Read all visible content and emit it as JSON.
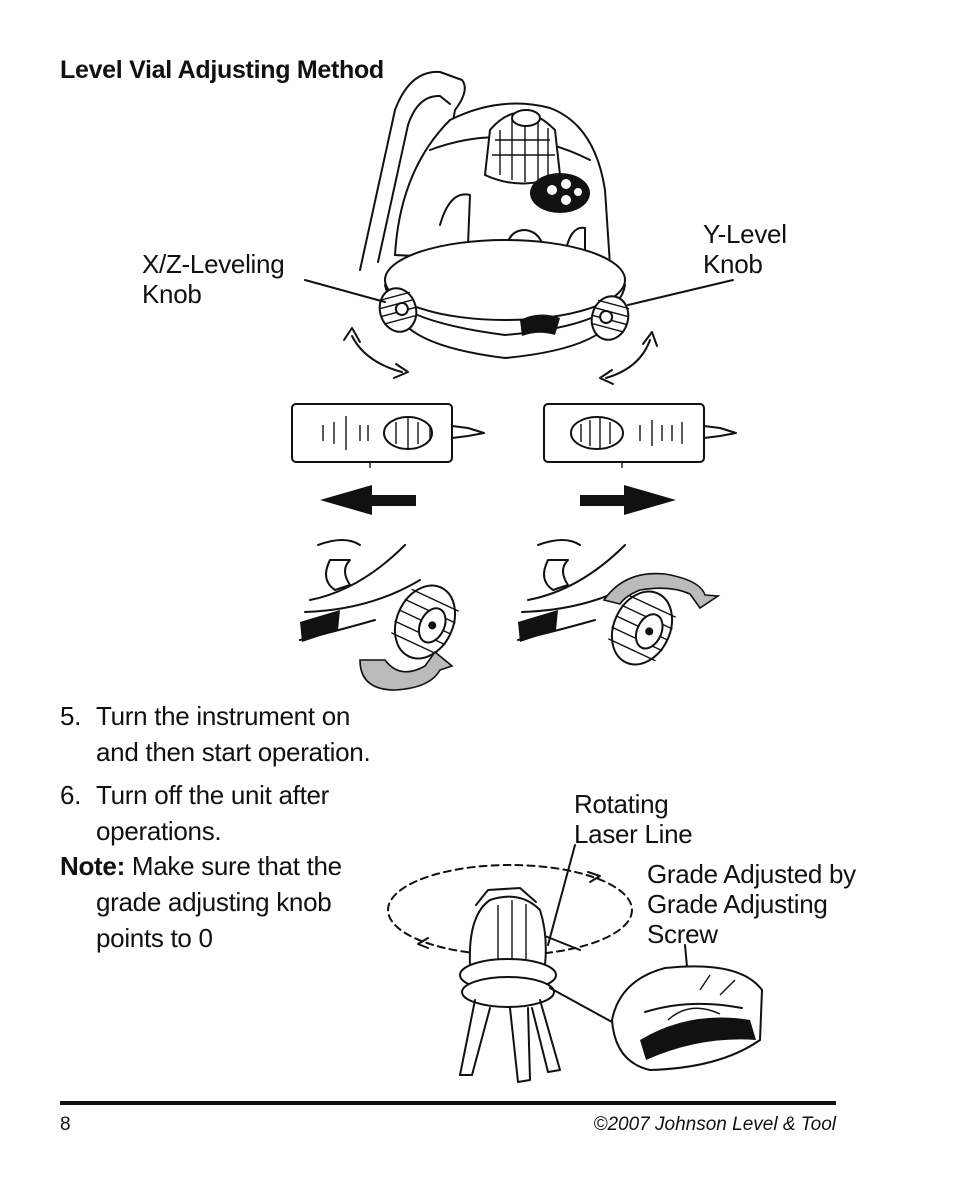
{
  "title": "Level Vial Adjusting Method",
  "labels": {
    "xz_knob": [
      "X/Z-Leveling",
      "Knob"
    ],
    "y_knob": [
      "Y-Level",
      "Knob"
    ],
    "rotating_line": [
      "Rotating",
      "Laser Line"
    ],
    "grade_adjusted": [
      "Grade Adjusted by",
      "Grade Adjusting",
      "Screw"
    ]
  },
  "steps": [
    {
      "num": "5.",
      "lines": [
        "Turn the instrument on",
        "and then start operation."
      ]
    },
    {
      "num": "6.",
      "lines": [
        "Turn off the unit after",
        "operations."
      ]
    }
  ],
  "note": {
    "label": "Note:",
    "first": "Make sure that the",
    "rest": [
      "grade adjusting knob",
      "points to 0"
    ]
  },
  "footer": {
    "page": "8",
    "copyright": "©2007 Johnson Level & Tool"
  }
}
